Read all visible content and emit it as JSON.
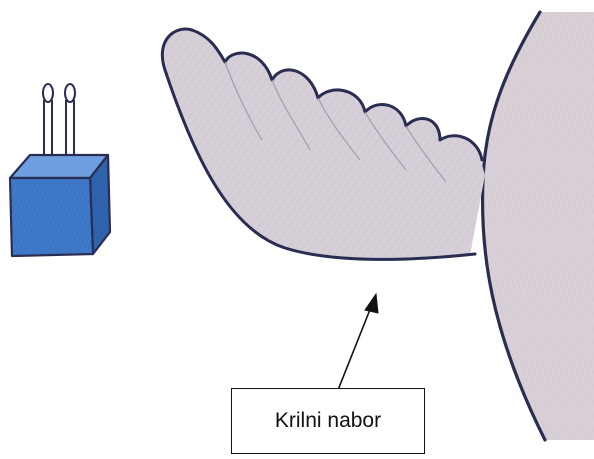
{
  "label": {
    "text": "Krilni nabor"
  },
  "colors": {
    "outline": "#2a2d52",
    "wing_fill": "#d6cfd8",
    "body_fill": "#d8d0d6",
    "cube_front": "#3f79c9",
    "cube_top": "#6f9fe0",
    "cube_side": "#2f62ad",
    "arrow": "#111111",
    "label_border": "#111111"
  },
  "icons": {
    "object": "blue-cube-with-two-rods",
    "wing": "wing-illustration",
    "body": "body-illustration",
    "pointer": "arrow"
  }
}
